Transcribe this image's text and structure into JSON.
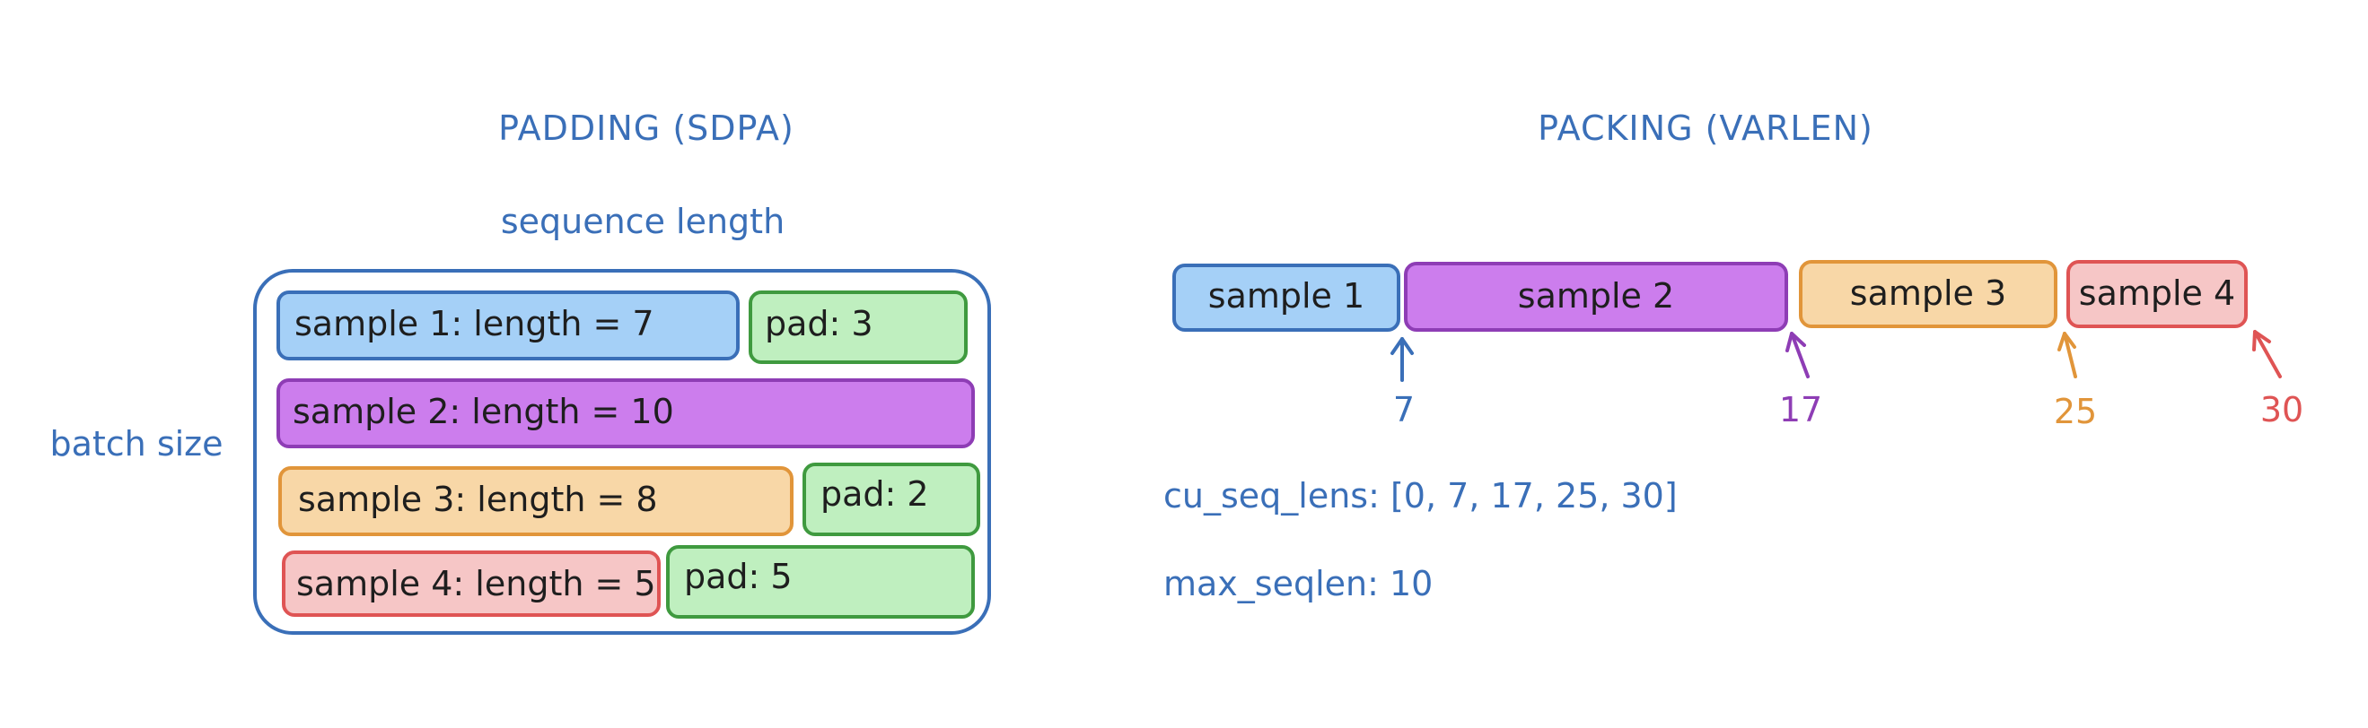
{
  "padding": {
    "title": "PADDING (SDPA)",
    "x_label": "sequence length",
    "y_label": "batch size",
    "rows": [
      {
        "sample_label": "sample 1: length = 7",
        "pad_label": "pad: 3"
      },
      {
        "sample_label": "sample 2: length = 10",
        "pad_label": ""
      },
      {
        "sample_label": "sample 3: length = 8",
        "pad_label": "pad: 2"
      },
      {
        "sample_label": "sample 4: length = 5",
        "pad_label": "pad: 5"
      }
    ]
  },
  "packing": {
    "title": "PACKING (VARLEN)",
    "samples": [
      {
        "label": "sample 1",
        "boundary": "7"
      },
      {
        "label": "sample 2",
        "boundary": "17"
      },
      {
        "label": "sample 3",
        "boundary": "25"
      },
      {
        "label": "sample 4",
        "boundary": "30"
      }
    ],
    "cu_seq_lens": "cu_seq_lens: [0, 7, 17, 25, 30]",
    "max_seqlen": "max_seqlen: 10"
  },
  "colors": {
    "accent_blue": "#3a6fb8",
    "sample1_fill": "#a5d0f7",
    "sample1_stroke": "#3a6fb8",
    "sample2_fill": "#cc7ded",
    "sample2_stroke": "#8e3db5",
    "sample3_fill": "#f8d7a7",
    "sample3_stroke": "#e1953a",
    "sample4_fill": "#f6c6c6",
    "sample4_stroke": "#df5454",
    "pad_fill": "#bfefbf",
    "pad_stroke": "#3f9a3f"
  }
}
